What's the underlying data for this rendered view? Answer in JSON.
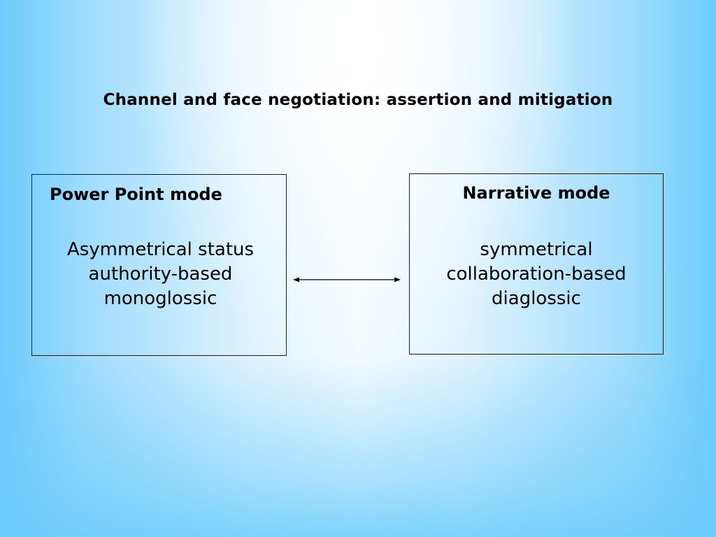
{
  "slide": {
    "title": "Channel and face negotiation: assertion and mitigation"
  },
  "left_box": {
    "heading": "Power Point mode",
    "lines": [
      "Asymmetrical status",
      "authority-based",
      "monoglossic"
    ]
  },
  "right_box": {
    "heading": "Narrative mode",
    "lines": [
      "symmetrical",
      "collaboration-based",
      "diaglossic"
    ]
  },
  "connector": {
    "icon": "double-headed-arrow-icon",
    "color": "#000000"
  },
  "colors": {
    "background_edge": "#6cccfc",
    "background_center": "#ffffff",
    "box_border": "#1a1a1a"
  }
}
